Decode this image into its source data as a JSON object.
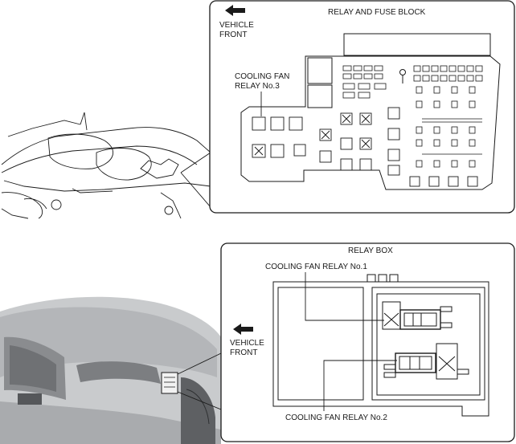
{
  "top_panel": {
    "vehicle_front": [
      "VEHICLE",
      "FRONT"
    ],
    "title": "RELAY AND FUSE BLOCK",
    "callout": [
      "COOLING FAN",
      "RELAY No.3"
    ]
  },
  "bottom_panel": {
    "vehicle_front": [
      "VEHICLE",
      "FRONT"
    ],
    "title": "RELAY BOX",
    "callout_relay_1": "COOLING FAN RELAY No.1",
    "callout_relay_2": "COOLING FAN RELAY No.2"
  },
  "colors": {
    "ink": "#1a1a1a",
    "car_body_dark": "#8a8c8f",
    "car_body_light": "#c9cbcd"
  }
}
